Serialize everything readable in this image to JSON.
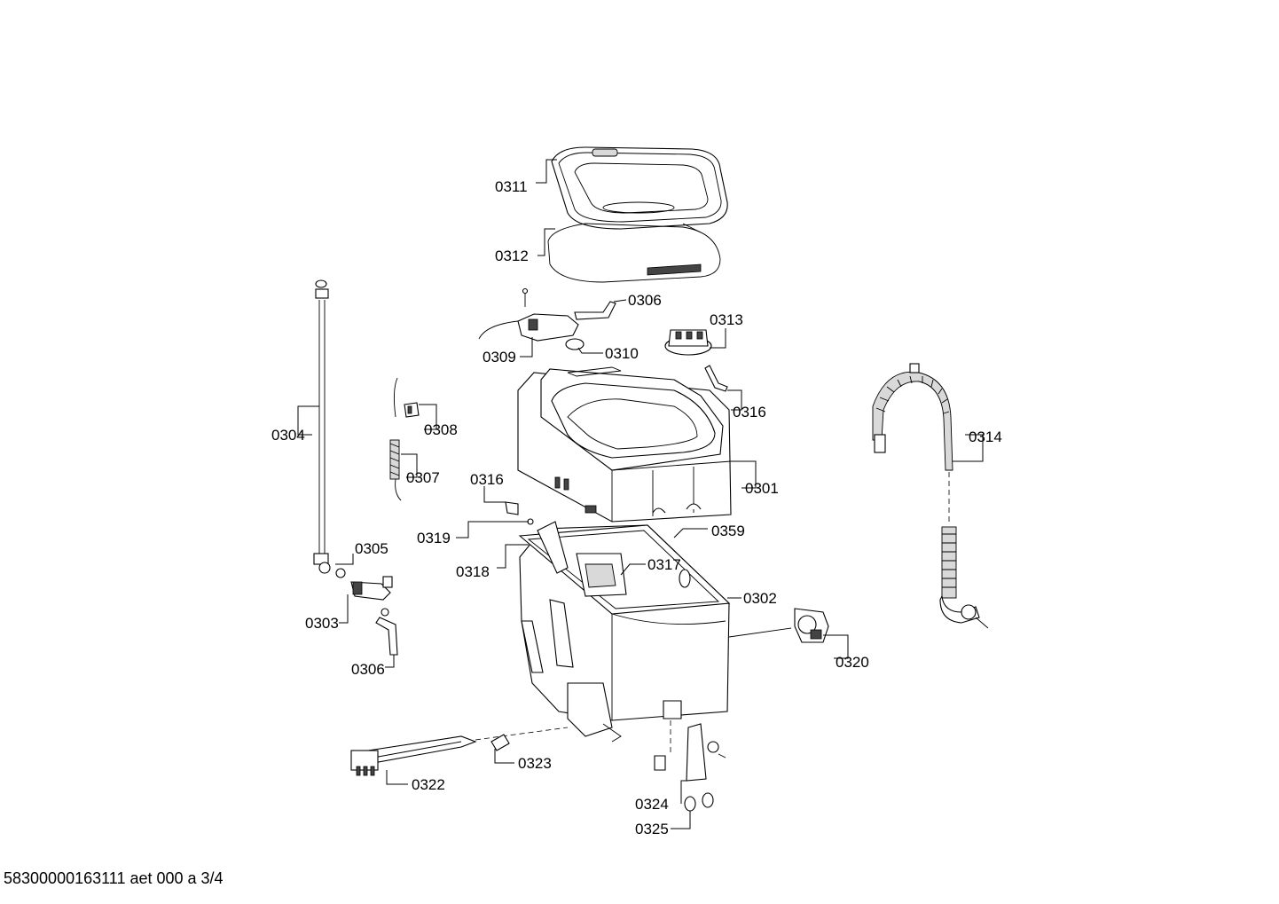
{
  "labels": {
    "p0311": "0311",
    "p0312": "0312",
    "p0306a": "0306",
    "p0313": "0313",
    "p0309": "0309",
    "p0310": "0310",
    "p0316a": "0316",
    "p0314": "0314",
    "p0304": "0304",
    "p0308": "0308",
    "p0307": "0307",
    "p0301": "0301",
    "p0316b": "0316",
    "p0319": "0319",
    "p0359": "0359",
    "p0305": "0305",
    "p0318": "0318",
    "p0317": "0317",
    "p0302": "0302",
    "p0303": "0303",
    "p0320": "0320",
    "p0306b": "0306",
    "p0323": "0323",
    "p0322": "0322",
    "p0324": "0324",
    "p0325": "0325"
  },
  "footer": "58300000163111 aet 000 a 3/4"
}
